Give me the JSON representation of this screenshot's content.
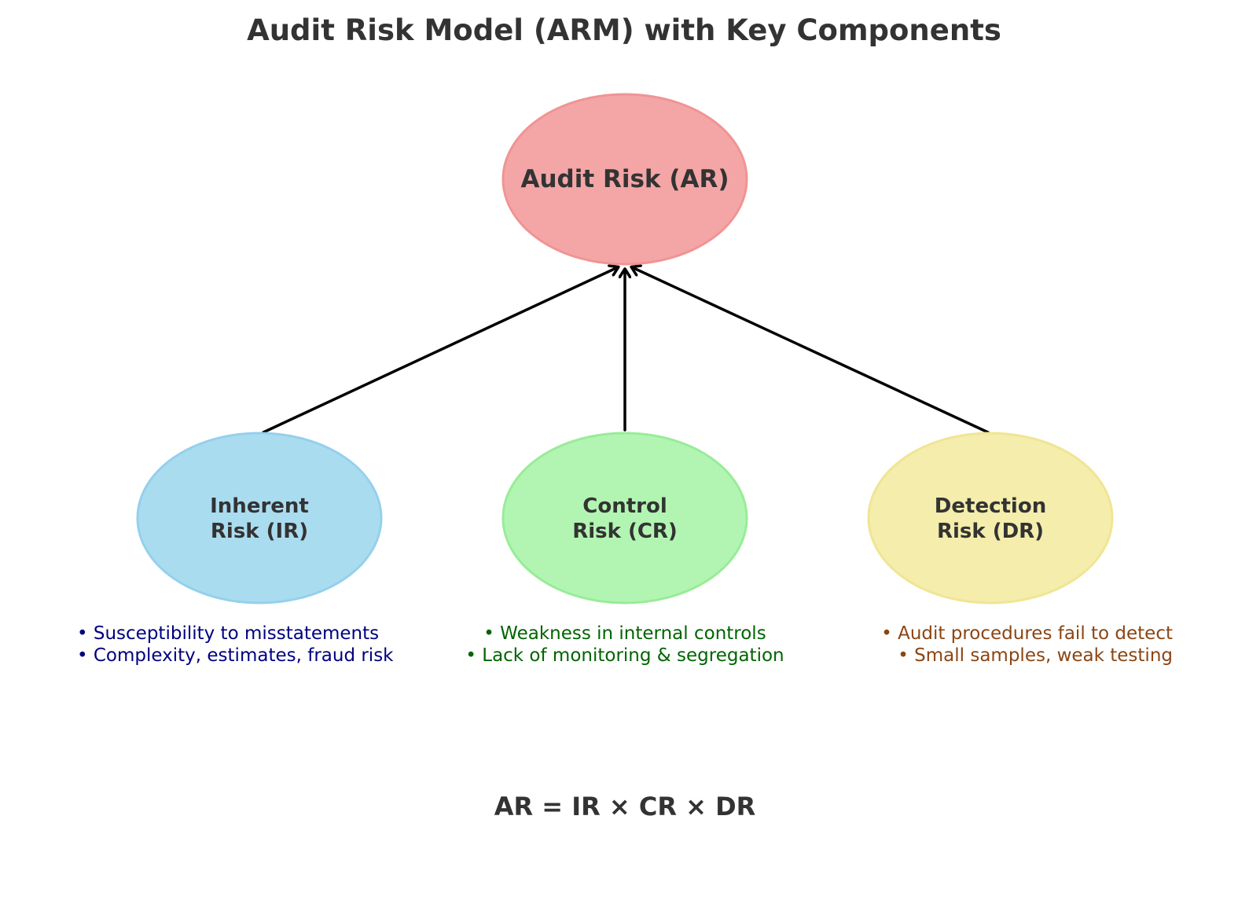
{
  "title": "Audit Risk Model (ARM) with Key Components",
  "nodes": {
    "audit_risk": {
      "label": "Audit Risk (AR)",
      "fill": "#f4a6a6",
      "stroke": "#f09494"
    },
    "inherent_risk": {
      "label_line1": "Inherent",
      "label_line2": "Risk (IR)",
      "fill": "#aadcf0",
      "stroke": "#95d0ec",
      "desc_line1": "• Susceptibility to misstatements",
      "desc_line2": "• Complexity, estimates, fraud risk",
      "desc_color": "#000080"
    },
    "control_risk": {
      "label_line1": "Control",
      "label_line2": "Risk (CR)",
      "fill": "#b2f5b2",
      "stroke": "#98ec98",
      "desc_line1": "• Weakness in internal controls",
      "desc_line2": "• Lack of monitoring & segregation",
      "desc_color": "#006400"
    },
    "detection_risk": {
      "label_line1": "Detection",
      "label_line2": "Risk (DR)",
      "fill": "#f4edac",
      "stroke": "#f0e594",
      "desc_line1": "• Audit procedures fail to detect",
      "desc_line2": "• Small samples, weak testing",
      "desc_color": "#8b4513"
    }
  },
  "formula": "AR = IR × CR × DR"
}
